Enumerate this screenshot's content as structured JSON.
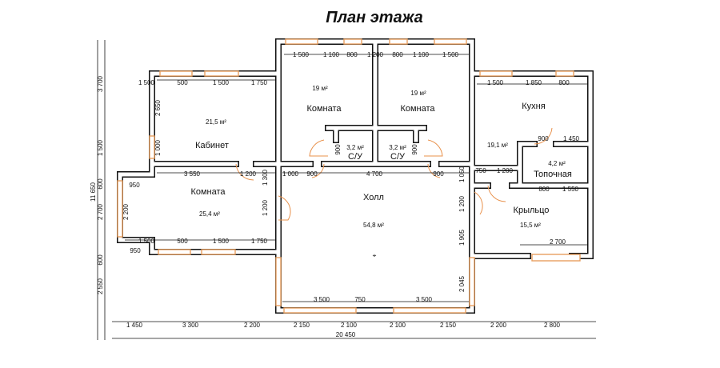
{
  "title": "План этажа",
  "rooms": [
    {
      "name": "Кабинет",
      "area": "21,5 м²"
    },
    {
      "name": "Комната",
      "area": "19 м²"
    },
    {
      "name": "Комната",
      "area": "19 м²"
    },
    {
      "name": "С/У",
      "area": "3,2 м²"
    },
    {
      "name": "С/У",
      "area": "3,2 м²"
    },
    {
      "name": "Комната",
      "area": "25,4 м²"
    },
    {
      "name": "Холл",
      "area": "54,8 м²"
    },
    {
      "name": "Кухня",
      "area": "19,1 м²"
    },
    {
      "name": "Топочная",
      "area": "4,2 м²"
    },
    {
      "name": "Крыльцо",
      "area": "15,5 м²"
    }
  ],
  "dims_left": [
    "3 700",
    "1 500",
    "600",
    "2 700",
    "600",
    "2 550",
    "11 650"
  ],
  "dims_bottom": [
    "1 450",
    "3 300",
    "2 200",
    "2 150",
    "2 100",
    "2 100",
    "2 150",
    "2 200",
    "2 800"
  ],
  "dim_total": "20 450",
  "dims_inner": [
    "1 500",
    "500",
    "1 500",
    "1 750",
    "2 650",
    "1 000",
    "1 500",
    "1 100",
    "800",
    "1 200",
    "800",
    "1 100",
    "1 500",
    "1 500",
    "1 850",
    "800",
    "900",
    "900",
    "900",
    "1 450",
    "3 550",
    "1 200",
    "1 300",
    "1 000",
    "900",
    "4 700",
    "900",
    "1 050",
    "750",
    "1 200",
    "800",
    "1 550",
    "950",
    "2 200",
    "1 500",
    "500",
    "1 500",
    "1 750",
    "950",
    "1 200",
    "1 200",
    "1 905",
    "2 700",
    "2 045",
    "3 500",
    "750",
    "3 500"
  ]
}
